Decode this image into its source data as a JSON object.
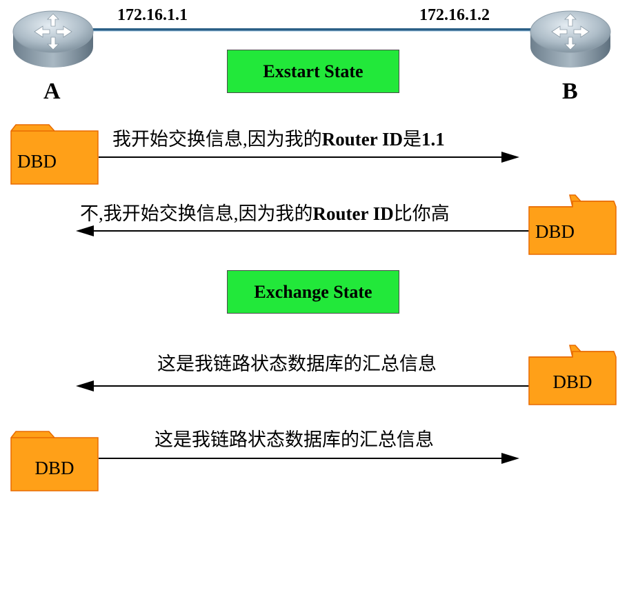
{
  "routers": {
    "a": {
      "ip": "172.16.1.1",
      "label": "A"
    },
    "b": {
      "ip": "172.16.1.2",
      "label": "B"
    }
  },
  "states": {
    "exstart": "Exstart State",
    "exchange": "Exchange State"
  },
  "messages": [
    {
      "pre": "我开始交换信息,因为我的",
      "bold": "Router ID",
      "post": "是",
      "bold2": "1.1",
      "direction": "A-to-B"
    },
    {
      "pre": "不,我开始交换信息,因为我的",
      "bold": "Router ID",
      "post": "比你高",
      "bold2": "",
      "direction": "B-to-A"
    },
    {
      "pre": "这是我链路状态数据库的汇总信息",
      "bold": "",
      "post": "",
      "bold2": "",
      "direction": "B-to-A"
    },
    {
      "pre": "这是我链路状态数据库的汇总信息",
      "bold": "",
      "post": "",
      "bold2": "",
      "direction": "A-to-B"
    }
  ],
  "packet_label": "DBD",
  "colors": {
    "link": "#2b5f86",
    "state_box": "#22e83a",
    "folder_fill": "#ffa018",
    "folder_border": "#e86a00",
    "arrow": "#000000"
  },
  "icons": {
    "router": "router-icon",
    "packet": "folder-icon"
  }
}
